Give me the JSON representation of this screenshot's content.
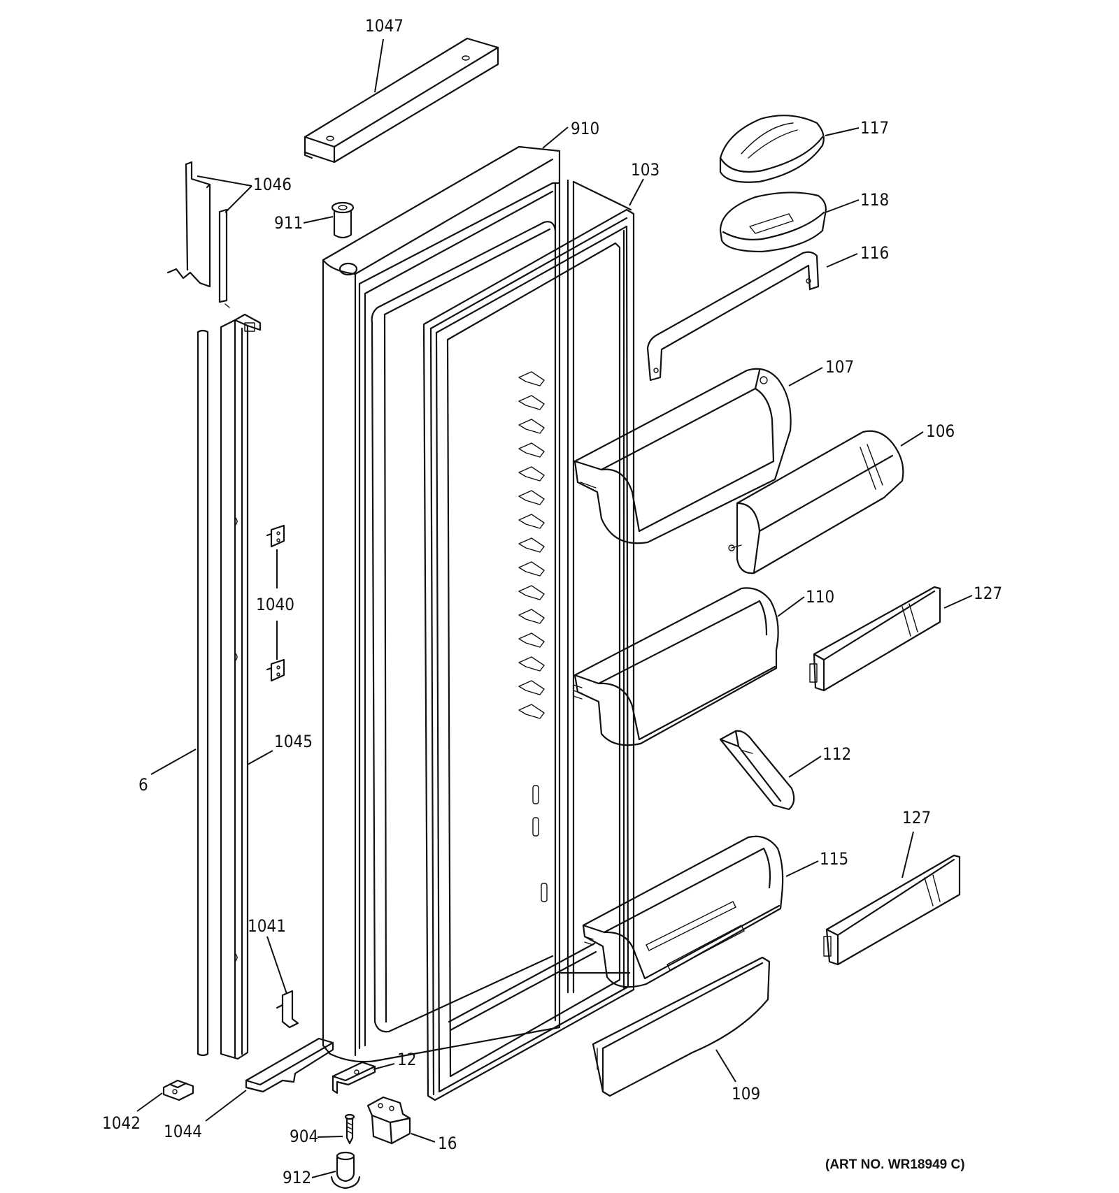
{
  "art_number": "(ART NO. WR18949 C)",
  "callouts": [
    {
      "id": "c1047",
      "label": "1047"
    },
    {
      "id": "c910",
      "label": "910"
    },
    {
      "id": "c1046",
      "label": "1046"
    },
    {
      "id": "c911",
      "label": "911"
    },
    {
      "id": "c103",
      "label": "103"
    },
    {
      "id": "c117",
      "label": "117"
    },
    {
      "id": "c118",
      "label": "118"
    },
    {
      "id": "c116",
      "label": "116"
    },
    {
      "id": "c107",
      "label": "107"
    },
    {
      "id": "c106",
      "label": "106"
    },
    {
      "id": "c1040",
      "label": "1040"
    },
    {
      "id": "c110",
      "label": "110"
    },
    {
      "id": "c127a",
      "label": "127"
    },
    {
      "id": "c6",
      "label": "6"
    },
    {
      "id": "c1045",
      "label": "1045"
    },
    {
      "id": "c112",
      "label": "112"
    },
    {
      "id": "c127b",
      "label": "127"
    },
    {
      "id": "c115",
      "label": "115"
    },
    {
      "id": "c1041",
      "label": "1041"
    },
    {
      "id": "c12",
      "label": "12"
    },
    {
      "id": "c109",
      "label": "109"
    },
    {
      "id": "c1042",
      "label": "1042"
    },
    {
      "id": "c1044",
      "label": "1044"
    },
    {
      "id": "c904",
      "label": "904"
    },
    {
      "id": "c16",
      "label": "16"
    },
    {
      "id": "c912",
      "label": "912"
    }
  ]
}
